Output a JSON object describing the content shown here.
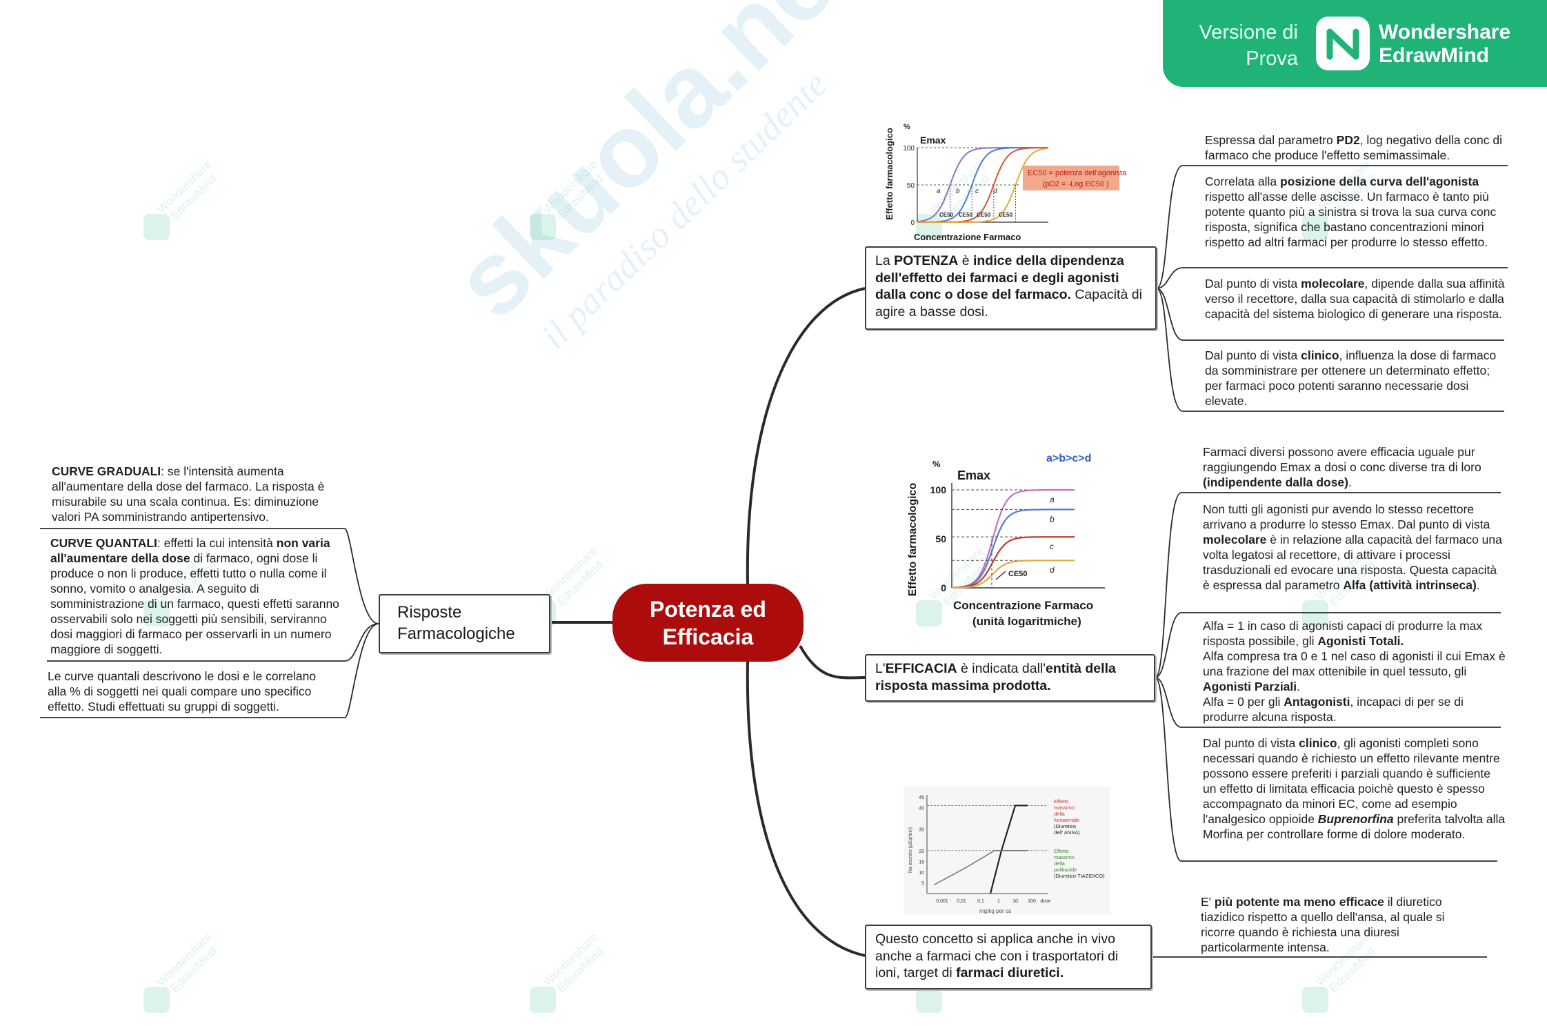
{
  "watermark": {
    "site_logo": "skuola.net",
    "site_slogan": "il paradiso dello studente",
    "tile_text": [
      "Wondershare",
      "EdrawMind"
    ],
    "trial_line1": "Versione di",
    "trial_line2": "Prova",
    "brand_line1": "Wondershare",
    "brand_line2": "EdrawMind",
    "logo_icon": "edrawmind-logo-icon"
  },
  "central": {
    "line1": "Potenza ed",
    "line2": "Efficacia",
    "color": "#ad0c0c"
  },
  "risposte": {
    "line1": "Risposte",
    "line2": "Farmacologiche",
    "notes": [
      {
        "bold": "CURVE GRADUALI",
        "text": ": se l'intensità aumenta all'aumentare della dose del farmaco. La risposta è misurabile su una scala continua. Es: diminuzione valori PA somministrando antipertensivo."
      },
      {
        "bold": "CURVE QUANTALI",
        "text_a": ": effetti la cui intensità ",
        "bold_b": "non varia all'aumentare della dose",
        "text_c": " di farmaco, ogni dose li produce o non li produce, effetti tutto o nulla come il sonno, vomito o analgesia. A seguito di somministrazione di un farmaco, questi effetti saranno osservabili solo nei soggetti più sensibili, serviranno dosi maggiori di farmaco per osservarli in un numero maggiore di soggetti."
      },
      {
        "text": "Le curve quantali descrivono le dosi e le correlano alla % di soggetti nei quali compare uno specifico effetto. Studi effettuati su gruppi di soggetti."
      }
    ]
  },
  "potenza": {
    "text_a": "La ",
    "bold_b": "POTENZA",
    "text_c": " è ",
    "bold_d": "indice della dipendenza dell'effetto dei farmaci e degli agonisti dalla conc o dose del farmaco.",
    "text_e": " Capacità di agire a basse dosi.",
    "notes": [
      {
        "text_a": "Espressa dal parametro ",
        "bold_b": "PD2",
        "text_c": ", log negativo della conc di farmaco che produce l'effetto semimassimale."
      },
      {
        "text_a": "Correlata alla ",
        "bold_b": "posizione della curva dell'agonista",
        "text_c": " rispetto all'asse delle ascisse. Un farmaco è tanto più potente quanto più a sinistra si trova la sua curva conc risposta, significa che bastano concentrazioni minori rispetto ad altri farmaci per produrre lo stesso effetto."
      },
      {
        "text_a": "Dal punto di vista ",
        "bold_b": "molecolare",
        "text_c": ", dipende dalla sua affinità verso il recettore, dalla sua capacità di stimolarlo e dalla capacità del sistema biologico di generare una risposta."
      },
      {
        "text_a": "Dal punto di vista ",
        "bold_b": "clinico",
        "text_c": ", influenza la dose di farmaco da somministrare per ottenere un determinato effetto; per farmaci poco potenti saranno necessarie dosi elevate."
      }
    ]
  },
  "efficacia": {
    "text_a": "L'",
    "bold_b": "EFFICACIA",
    "text_c": " è indicata dall'",
    "bold_d": "entità della risposta massima prodotta.",
    "notes": [
      {
        "text_a": "Farmaci diversi possono avere efficacia uguale pur raggiungendo Emax a dosi o conc diverse tra di loro ",
        "bold_b": "(indipendente dalla dose)",
        "text_c": "."
      },
      {
        "text_a": "Non tutti gli agonisti pur avendo lo stesso recettore arrivano a produrre lo stesso Emax. Dal punto di vista ",
        "bold_b": "molecolare",
        "text_c": " è in relazione alla capacità del farmaco una volta legatosi al recettore, di attivare i processi trasduzionali ed evocare una risposta. Questa capacità è espressa dal parametro ",
        "bold_d": "Alfa (attività intrinseca)",
        "text_e": "."
      },
      {
        "l1a": "Alfa = 1 in caso di agonisti capaci di produrre la max risposta possibile, gli ",
        "l1b": "Agonisti Totali.",
        "l2a": "Alfa compresa tra 0 e 1 nel caso di agonisti il cui Emax è una frazione del max ottenibile in quel tessuto, gli ",
        "l2b": "Agonisti Parziali",
        "l2c": ".",
        "l3a": "Alfa = 0 per gli ",
        "l3b": "Antagonisti",
        "l3c": ", incapaci di per se di produrre alcuna risposta."
      },
      {
        "text_a": "Dal punto di vista ",
        "bold_b": "clinico",
        "text_c": ", gli agonisti completi sono necessari quando è richiesto un effetto rilevante mentre possono essere preferiti i parziali quando è sufficiente un effetto di limitata efficacia poichè questo è spesso accompagnato da minori EC, come ad esempio l'analgesico oppioide ",
        "bold_italic_d": "Buprenorfina",
        "text_e": " preferita talvolta alla Morfina per controllare forme di dolore moderato."
      }
    ]
  },
  "invivo": {
    "text_a": "Questo concetto si applica anche in vivo anche a farmaci che con i trasportatori di ioni, target di ",
    "bold_b": "farmaci diuretici.",
    "notes": [
      {
        "text_a": "E' ",
        "bold_b": "più potente ma meno efficace",
        "text_c": " il diuretico tiazidico rispetto a quello dell'ansa, al quale si ricorre quando è richiesta una diuresi particolarmente intensa."
      }
    ]
  },
  "chart_data": [
    {
      "type": "line",
      "ylabel": "Effetto farmacologico",
      "xlabel": "Concentrazione Farmaco",
      "y_unit": "%",
      "emax_label": "Emax",
      "y_ticks": [
        "100",
        "50",
        "0"
      ],
      "series": [
        {
          "name": "a",
          "color": "#8e6fc7",
          "ec50_log": 1.5
        },
        {
          "name": "b",
          "color": "#4d7fcf",
          "ec50_log": 2.5
        },
        {
          "name": "c",
          "color": "#d9533a",
          "ec50_log": 3.5
        },
        {
          "name": "d",
          "color": "#e3a83a",
          "ec50_log": 4.5
        }
      ],
      "ec_labels": [
        "CE50",
        "CE50",
        "CE50",
        "CE50"
      ],
      "callout_line1": "EC50 = potenza dell'agonista",
      "callout_line2": "(pD2 = -Log EC50 )",
      "callout_color": "#f3a78c"
    },
    {
      "type": "line",
      "title": "a>b>c>d",
      "ylabel": "Effetto farmacologico",
      "xlabel": "Concentrazione Farmaco",
      "xlabel2": "(unità logaritmiche)",
      "y_unit": "%",
      "emax_label": "Emax",
      "y_ticks": [
        "100",
        "50",
        "0"
      ],
      "ec_label": "CE50",
      "series": [
        {
          "name": "a",
          "color": "#c86fb4",
          "emax": 100
        },
        {
          "name": "b",
          "color": "#4d7fcf",
          "emax": 80
        },
        {
          "name": "c",
          "color": "#c0392b",
          "emax": 52
        },
        {
          "name": "d",
          "color": "#e3a83a",
          "emax": 28
        }
      ]
    },
    {
      "type": "line",
      "x_ticks": [
        "0,001",
        "0,01",
        "0,1",
        "1",
        "10",
        "100",
        "dose"
      ],
      "y_ticks": [
        "45",
        "40",
        "30",
        "20",
        "15",
        "10",
        "5"
      ],
      "ylabel": "Na escreto (µEq/min)",
      "xlabel": "mg/kg per os",
      "series": [
        {
          "name": "furosemide",
          "label_lines": [
            "Effetto",
            "massimo",
            "della",
            "furosemide",
            "(Diuretico",
            "dell' ANSA)"
          ],
          "color": "#c0392b",
          "emax": 41
        },
        {
          "name": "politiazide",
          "label_lines": [
            "Effetto",
            "massimo",
            "della",
            "politiazide",
            "(Diuretico TIAZIDICO)"
          ],
          "color": "#3d8a2e",
          "emax": 20
        }
      ]
    }
  ]
}
